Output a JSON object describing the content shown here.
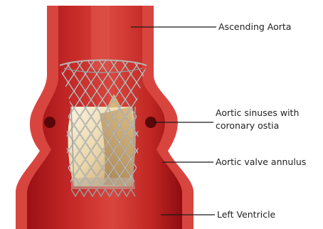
{
  "labels": {
    "ascending_aorta": "Ascending Aorta",
    "aortic_sinuses_line1": "Aortic sinuses with",
    "aortic_sinuses_line2": "coronary ostia",
    "aortic_valve_annulus": "Aortic valve annulus",
    "left_ventricle": "Left Ventricle"
  },
  "colors": {
    "vessel_outer": "#d8453f",
    "vessel_inner": "#a81418",
    "vessel_lumen_light": "#e25a4f",
    "ostia": "#5a0709",
    "stent_frame": "#9a9a9a",
    "leaflet_light": "#f3e8cc",
    "leaflet_tan": "#c9a36a",
    "leader_line": "#1a1a1a"
  }
}
